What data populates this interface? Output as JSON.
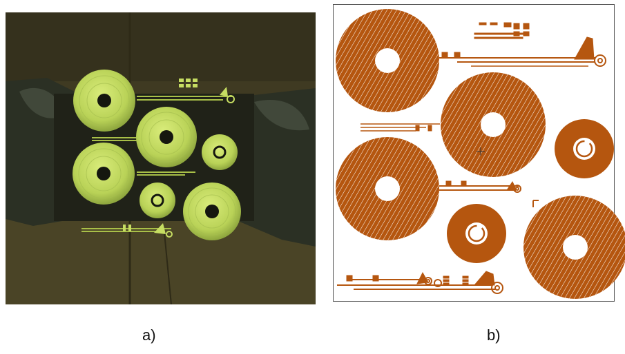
{
  "panels": [
    {
      "id": "a",
      "caption": "a)",
      "kind": "photo",
      "colors": {
        "background": "#3f3a22",
        "coil": "#c6dd62",
        "coil_shadow": "#9fb84a",
        "glove": "#2f3328"
      }
    },
    {
      "id": "b",
      "caption": "b)",
      "kind": "layout",
      "colors": {
        "background": "#ffffff",
        "copper": "#b5560f",
        "frame": "#555555"
      }
    }
  ]
}
